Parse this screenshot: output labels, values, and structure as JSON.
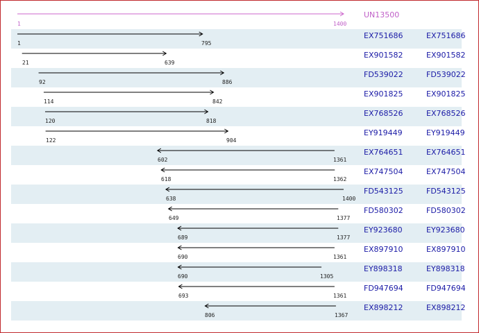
{
  "reference": {
    "name": "UN13500",
    "start": 1,
    "end": 1400,
    "color": "#cc66cc"
  },
  "alignments": [
    {
      "name": "EX751686",
      "name2": "EX751686",
      "start": 1,
      "end": 795,
      "strand": "+"
    },
    {
      "name": "EX901582",
      "name2": "EX901582",
      "start": 21,
      "end": 639,
      "strand": "+"
    },
    {
      "name": "FD539022",
      "name2": "FD539022",
      "start": 92,
      "end": 886,
      "strand": "+"
    },
    {
      "name": "EX901825",
      "name2": "EX901825",
      "start": 114,
      "end": 842,
      "strand": "+"
    },
    {
      "name": "EX768526",
      "name2": "EX768526",
      "start": 120,
      "end": 818,
      "strand": "+"
    },
    {
      "name": "EY919449",
      "name2": "EY919449",
      "start": 122,
      "end": 904,
      "strand": "+"
    },
    {
      "name": "EX764651",
      "name2": "EX764651",
      "start": 602,
      "end": 1361,
      "strand": "-"
    },
    {
      "name": "EX747504",
      "name2": "EX747504",
      "start": 618,
      "end": 1362,
      "strand": "-"
    },
    {
      "name": "FD543125",
      "name2": "FD543125",
      "start": 638,
      "end": 1400,
      "strand": "-"
    },
    {
      "name": "FD580302",
      "name2": "FD580302",
      "start": 649,
      "end": 1377,
      "strand": "-"
    },
    {
      "name": "EY923680",
      "name2": "EY923680",
      "start": 689,
      "end": 1377,
      "strand": "-"
    },
    {
      "name": "EX897910",
      "name2": "EX897910",
      "start": 690,
      "end": 1361,
      "strand": "-"
    },
    {
      "name": "EY898318",
      "name2": "EY898318",
      "start": 690,
      "end": 1305,
      "strand": "-"
    },
    {
      "name": "FD947694",
      "name2": "FD947694",
      "start": 693,
      "end": 1361,
      "strand": "-"
    },
    {
      "name": "EX898212",
      "name2": "EX898212",
      "start": 806,
      "end": 1367,
      "strand": "-"
    }
  ],
  "colors": {
    "frame": "#c0282d",
    "row_shade": "#e3eef3",
    "label": "#1a1aa6",
    "line": "#000000"
  }
}
